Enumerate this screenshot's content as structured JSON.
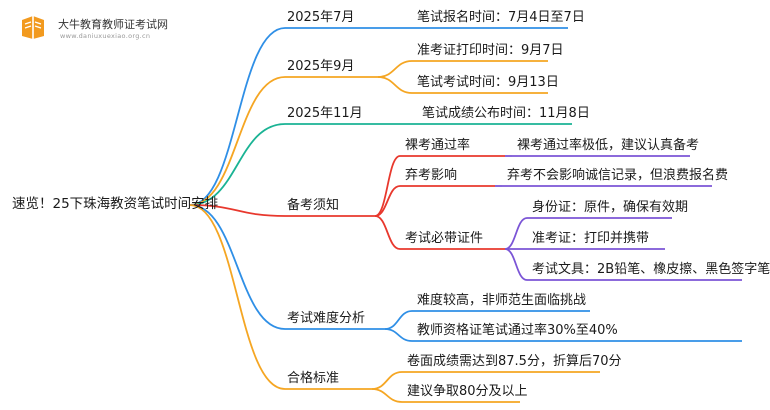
{
  "logo": {
    "title": "大牛教育教师证考试网",
    "url": "www.daniuxuexiao.org.cn"
  },
  "root": "速览！25下珠海教资笔试时间安排",
  "colors": {
    "blue": "#2f8fe6",
    "orange": "#f5a623",
    "green": "#1ab394",
    "red": "#e8382d",
    "purple": "#7b55d6",
    "logo": "#f29a1f"
  },
  "branches": [
    {
      "label": "2025年7月",
      "color": "blue",
      "children": [
        {
          "label": "笔试报名时间：7月4日至7日"
        }
      ]
    },
    {
      "label": "2025年9月",
      "color": "orange",
      "children": [
        {
          "label": "准考证打印时间：9月7日"
        },
        {
          "label": "笔试考试时间：9月13日"
        }
      ]
    },
    {
      "label": "2025年11月",
      "color": "green",
      "children": [
        {
          "label": "笔试成绩公布时间：11月8日"
        }
      ]
    },
    {
      "label": "备考须知",
      "color": "red",
      "children": [
        {
          "label": "裸考通过率",
          "children": [
            {
              "label": "裸考通过率极低，建议认真备考"
            }
          ]
        },
        {
          "label": "弃考影响",
          "children": [
            {
              "label": "弃考不会影响诚信记录，但浪费报名费"
            }
          ]
        },
        {
          "label": "考试必带证件",
          "children": [
            {
              "label": "身份证：原件，确保有效期"
            },
            {
              "label": "准考证：打印并携带"
            },
            {
              "label": "考试文具：2B铅笔、橡皮擦、黑色签字笔"
            }
          ]
        }
      ]
    },
    {
      "label": "考试难度分析",
      "color": "blue",
      "children": [
        {
          "label": "难度较高，非师范生面临挑战"
        },
        {
          "label": "教师资格证笔试通过率30%至40%"
        }
      ]
    },
    {
      "label": "合格标准",
      "color": "orange",
      "children": [
        {
          "label": "卷面成绩需达到87.5分，折算后70分"
        },
        {
          "label": "建议争取80分及以上"
        }
      ]
    }
  ]
}
